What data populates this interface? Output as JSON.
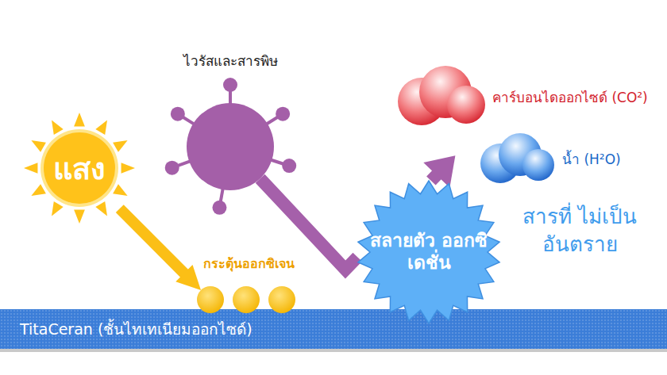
{
  "diagram": {
    "nodes": [
      {
        "text": [
          "แสง"
        ]
      },
      {
        "text": [
          "ไวรัสและสารพิษ"
        ]
      },
      {
        "text": [
          "กระตุ้นออกซิเจน"
        ]
      },
      {
        "text": [
          "TitaCeran (ชั้นไทเทเนียมออกไซด์)"
        ]
      },
      {
        "text": [
          "สลายตัว ออกซิเดชั่น"
        ]
      },
      {
        "text": [
          "คาร์บอนไดออกไซด์ (CO²)"
        ]
      },
      {
        "text": [
          "น้ำ (H²O)"
        ]
      }
    ],
    "edges": [
      {
        "from": 0,
        "to": 2,
        "arrow": "to"
      },
      {
        "from": 1,
        "to": 4,
        "arrow": "none"
      },
      {
        "from": 4,
        "to": 5,
        "arrow": "to"
      }
    ],
    "labels": [
      "สารที่ ไม่เป็นอันตราย"
    ]
  }
}
